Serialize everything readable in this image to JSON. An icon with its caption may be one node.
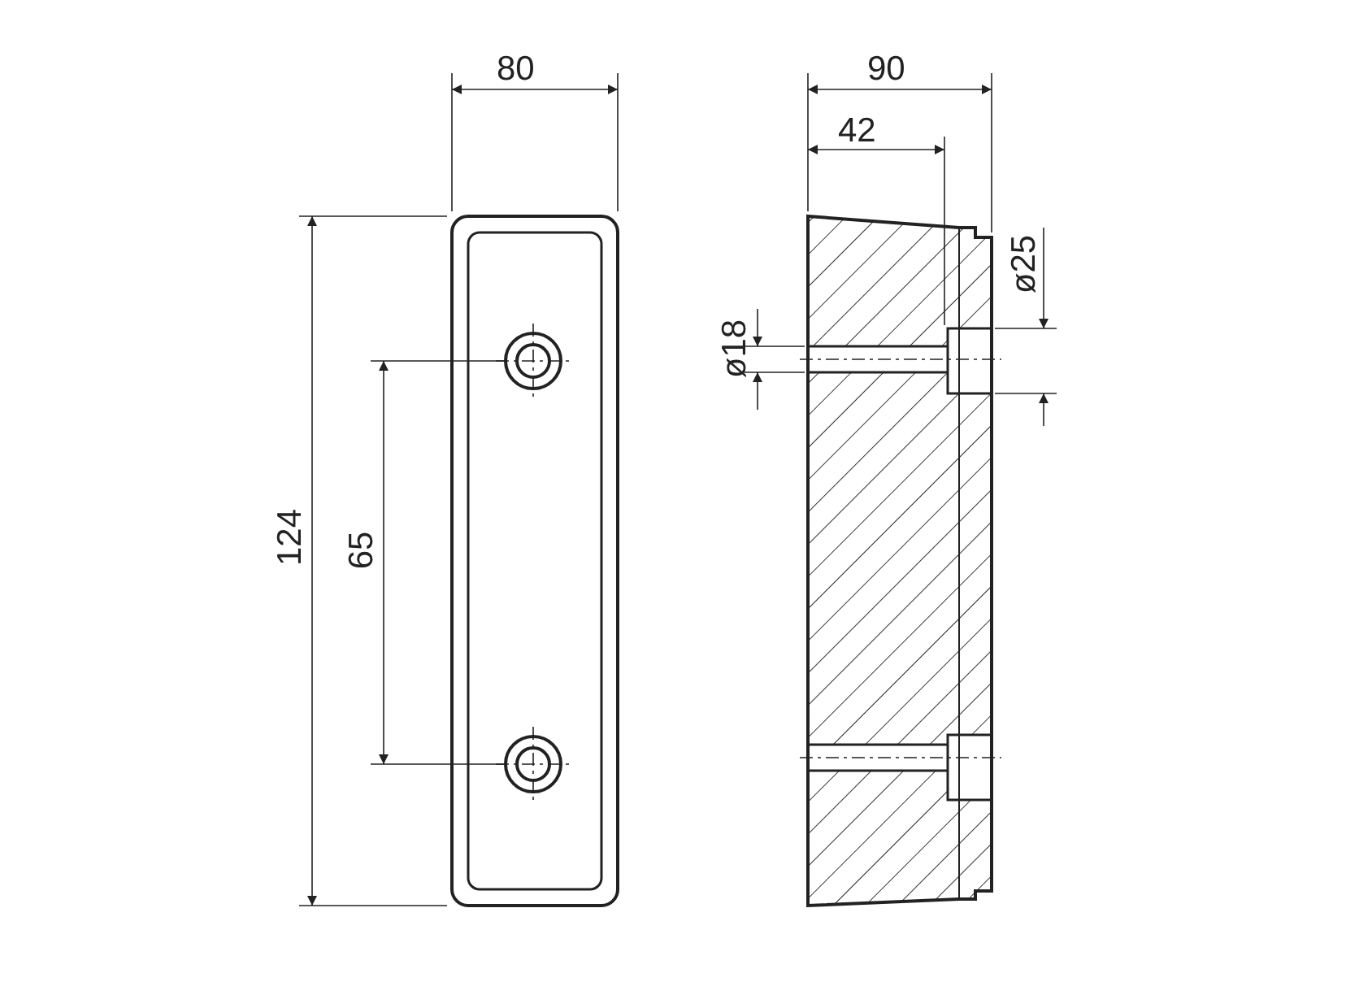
{
  "diagram": {
    "labels": [
      "80",
      "90",
      "42",
      "ø25",
      "ø18",
      "124",
      "65"
    ]
  }
}
